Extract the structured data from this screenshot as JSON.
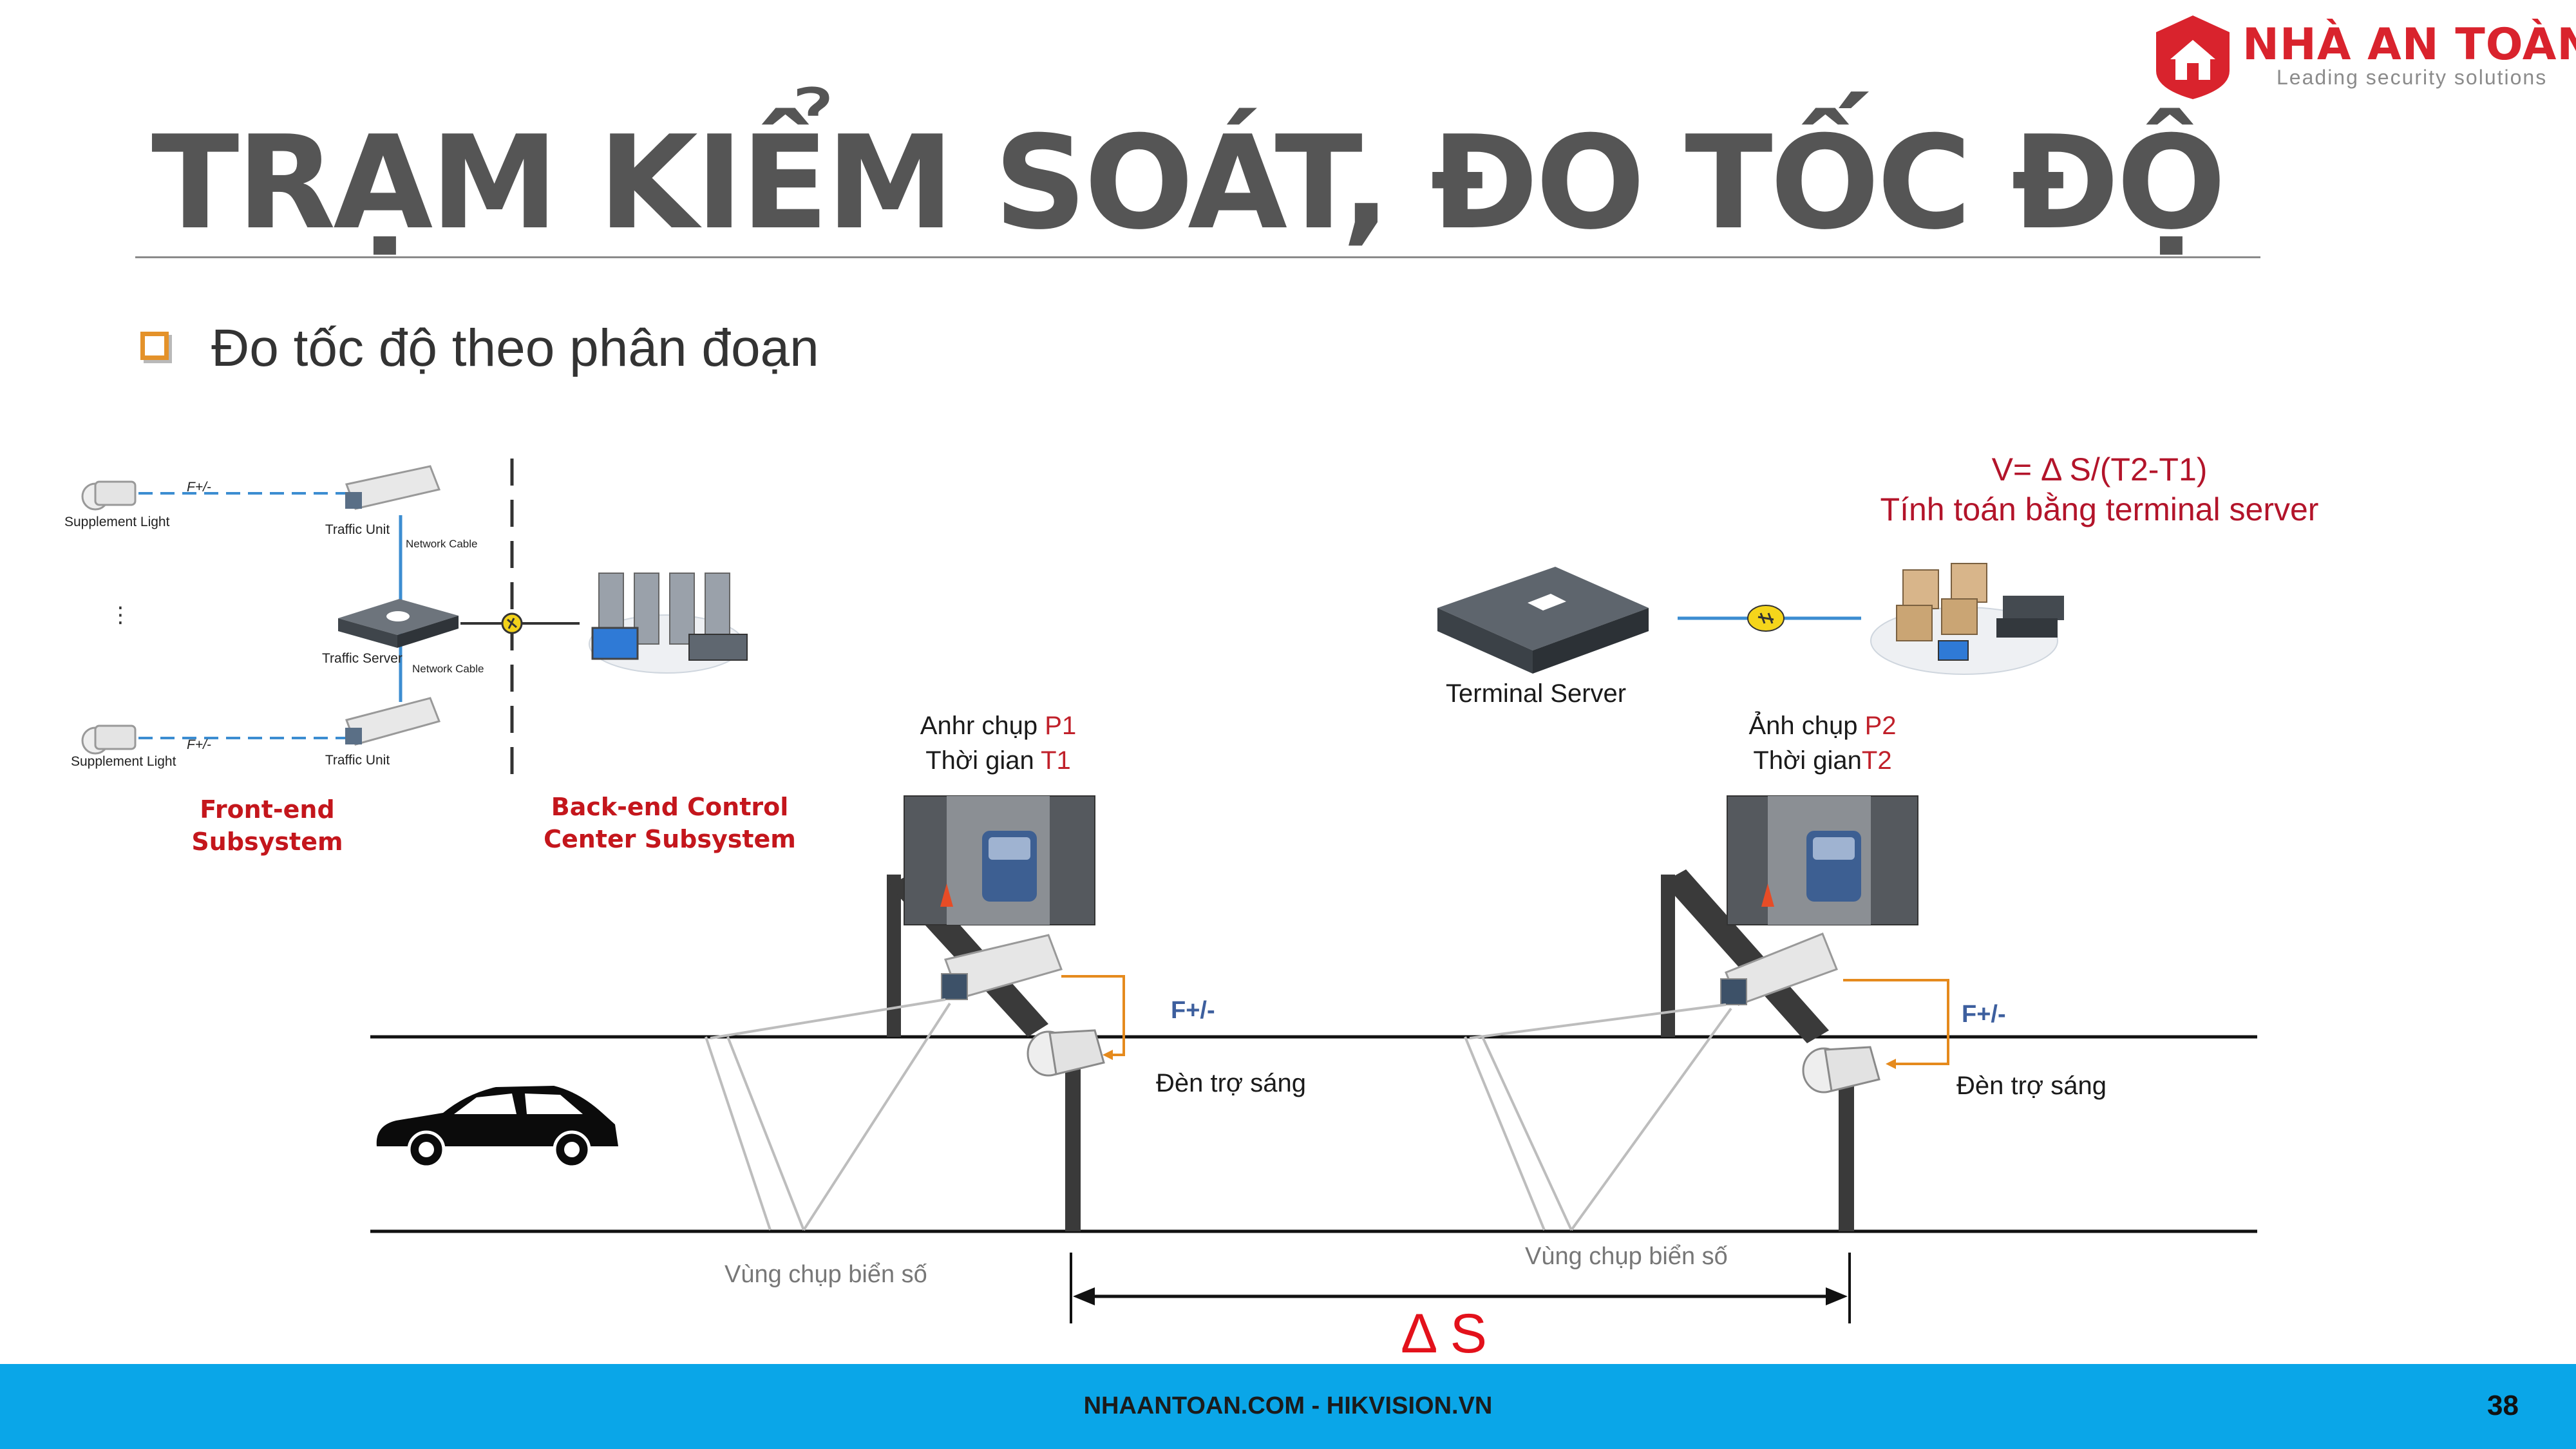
{
  "title": "TRẠM KIỂM SOÁT, ĐO TỐC ĐỘ",
  "subtitle": "Đo tốc độ theo phân đoạn",
  "logo": {
    "name": "NHÀ AN TOÀN",
    "tagline": "Leading security solutions"
  },
  "footer": {
    "text": "NHAANTOAN.COM - HIKVISION.VN",
    "page_number": "38"
  },
  "topology": {
    "supplement_light_1": "Supplement Light",
    "supplement_light_2": "Supplement Light",
    "traffic_unit_1": "Traffic Unit",
    "traffic_unit_2": "Traffic Unit",
    "traffic_server": "Traffic Server",
    "network_cable_1": "Network Cable",
    "network_cable_2": "Network Cable",
    "fplus_1": "F+/-",
    "fplus_2": "F+/-",
    "ellipsis": "⋮",
    "front_end_line1": "Front-end",
    "front_end_line2": "Subsystem",
    "back_end_line1": "Back-end Control",
    "back_end_line2": "Center Subsystem"
  },
  "formula": {
    "line1": "V= Δ S/(T2-T1)",
    "line2": "Tính toán bằng terminal server"
  },
  "terminal_server": "Terminal Server",
  "capture1": {
    "line1_prefix": "Anhr chụp ",
    "line1_code": "P1",
    "line2_prefix": "Thời gian ",
    "line2_code": "T1"
  },
  "capture2": {
    "line1_prefix": "Ảnh chụp ",
    "line1_code": "P2",
    "line2_prefix": "Thời gian",
    "line2_code": "T2"
  },
  "fplus_left": "F+/-",
  "fplus_right": "F+/-",
  "light_left": "Đèn trợ sáng",
  "light_right": "Đèn trợ sáng",
  "zone_left": "Vùng chụp biển số",
  "zone_right": "Vùng chụp biển số",
  "delta_s": "Δ S",
  "colors": {
    "accent_red": "#c0202a",
    "footer_blue": "#0aa6e8",
    "title_grey": "#555555",
    "bullet_orange": "#e4922a"
  }
}
